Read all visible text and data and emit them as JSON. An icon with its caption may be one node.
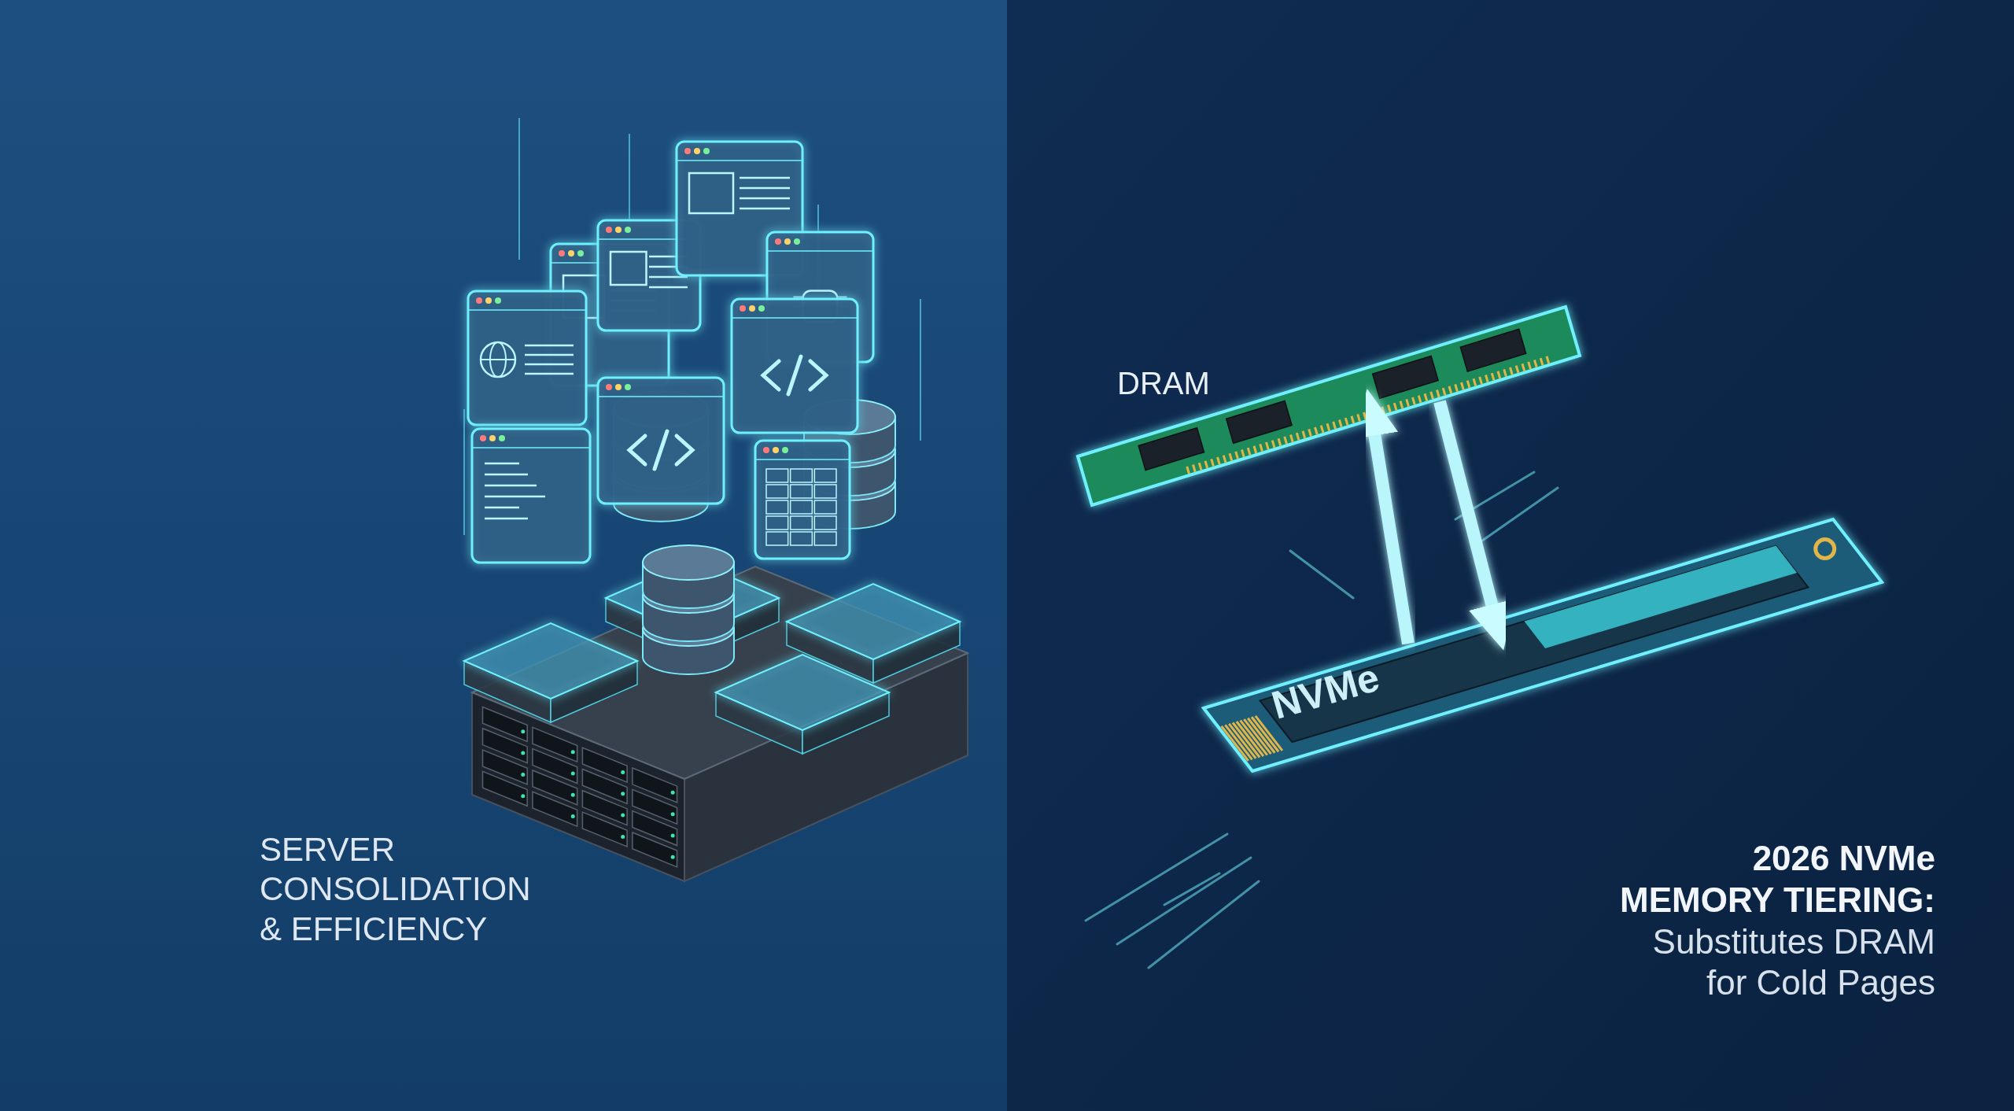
{
  "diagram": {
    "nodes": [
      {
        "text": [
          "DRAM"
        ]
      },
      {
        "text": [
          "NVMe"
        ]
      }
    ],
    "edges": [
      {
        "from": 1,
        "to": 0,
        "arrow": "to"
      },
      {
        "from": 0,
        "to": 1,
        "arrow": "to"
      }
    ],
    "labels": [
      "SERVER CONSOLIDATION & EFFICIENCY",
      "**2026 NVMe MEMORY TIERING:** Substitutes DRAM for Cold Pages"
    ]
  }
}
